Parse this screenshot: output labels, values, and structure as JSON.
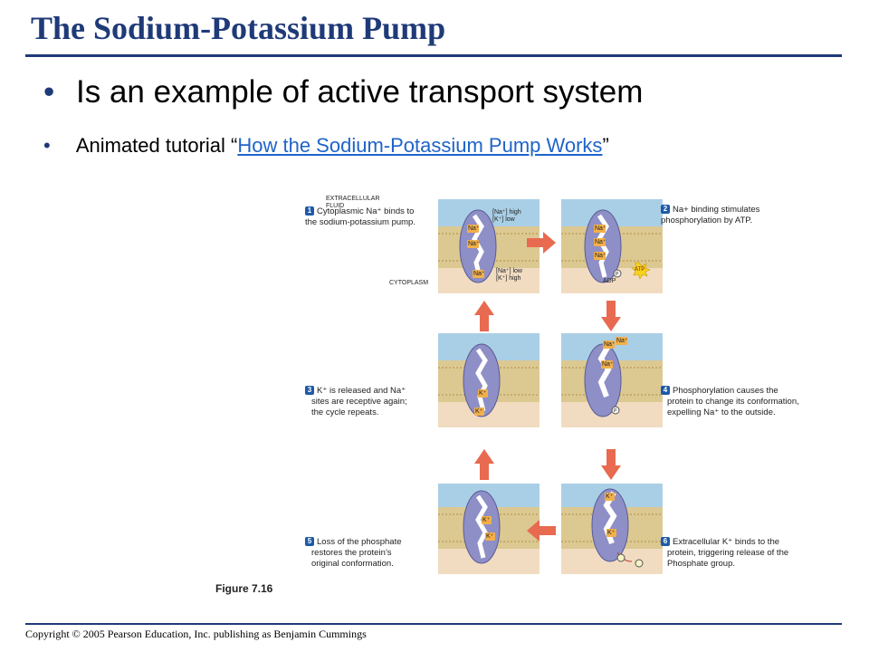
{
  "slide": {
    "title": "The Sodium-Potassium Pump",
    "bullet1": "Is an example of active transport system",
    "bullet2_prefix": "Animated tutorial “",
    "bullet2_link": "How the Sodium-Potassium Pump Works",
    "bullet2_suffix": "”",
    "figure_label": "Figure 7.16",
    "copyright": "Copyright © 2005 Pearson Education, Inc. publishing as Benjamin Cummings"
  },
  "diagram": {
    "labels": {
      "extracellular": "EXTRACELLULAR",
      "fluid": "FLUID",
      "cytoplasm": "CYTOPLASM",
      "na_high": "[Na⁺] high",
      "k_low": "[K⁺] low",
      "na_low": "[Na⁺] low",
      "k_high": "[K⁺] high",
      "adp": "ADP",
      "atp": "ATP",
      "p": "P",
      "na": "Na⁺",
      "k": "K⁺"
    },
    "steps": [
      {
        "num": "1",
        "line1": "Cytoplasmic Na⁺ binds to",
        "line2": "the sodium-potassium pump."
      },
      {
        "num": "2",
        "line1": "Na+ binding stimulates",
        "line2": "phosphorylation by ATP."
      },
      {
        "num": "3",
        "line1": "K⁺ is released and Na⁺",
        "line2": "sites are receptive again;",
        "line3": "the cycle repeats."
      },
      {
        "num": "4",
        "line1": "Phosphorylation causes the",
        "line2": "protein to change its conformation,",
        "line3": "expelling Na⁺ to the outside."
      },
      {
        "num": "5",
        "line1": "Loss of the phosphate",
        "line2": "restores the protein’s",
        "line3": "original conformation."
      },
      {
        "num": "6",
        "line1": "Extracellular K⁺ binds to the",
        "line2": "protein, triggering release of the",
        "line3": "Phosphate group."
      }
    ],
    "colors": {
      "fluid": "#a9cfe6",
      "cytoplasm": "#f1dcc2",
      "membrane": "#dcc891",
      "protein": "#8e8fc6",
      "ion": "#f2b04b",
      "arrow": "#e86a50",
      "atp": "#f7d21e",
      "step_badge": "#1e5aa8"
    }
  }
}
